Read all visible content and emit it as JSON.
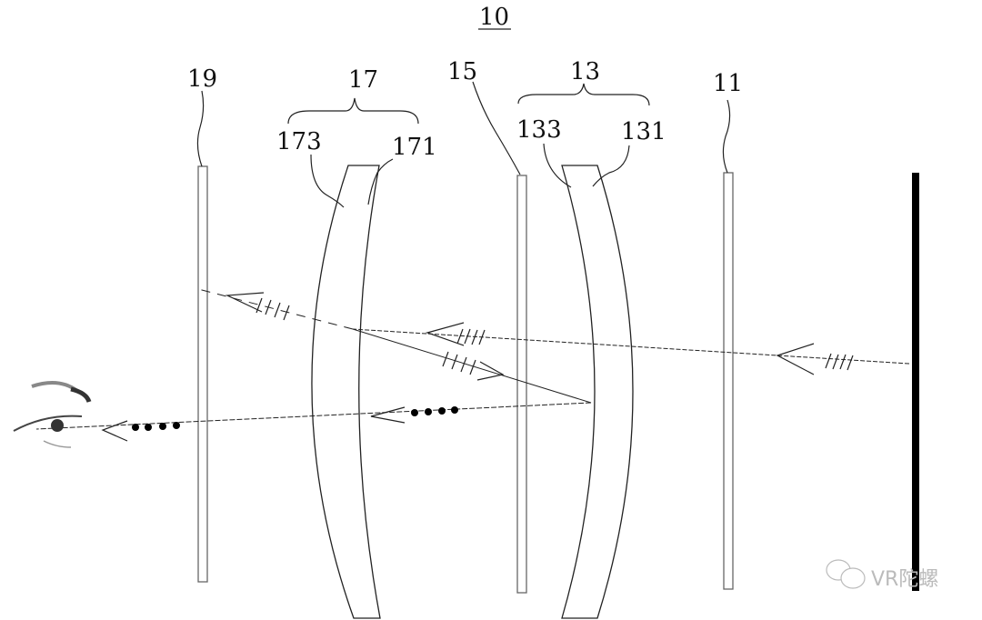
{
  "figure": {
    "number": "10",
    "labels": {
      "plate_19": "19",
      "lens_17": "17",
      "surface_173": "173",
      "surface_171": "171",
      "plate_15": "15",
      "lens_13": "13",
      "surface_133": "133",
      "surface_131": "131",
      "plate_11": "11"
    }
  },
  "watermark": "VR陀螺",
  "colors": {
    "line": "#222222",
    "plate": "#777777",
    "display": "#000000"
  }
}
